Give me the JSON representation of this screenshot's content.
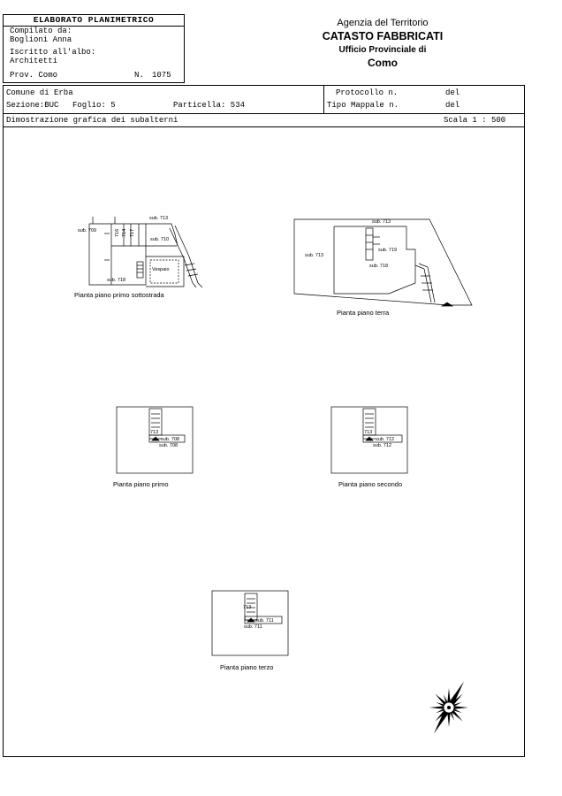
{
  "header": {
    "title": "ELABORATO PLANIMETRICO",
    "compiled_by_label": "Compilato da:",
    "compiled_by": "Boglioni Anna",
    "registered_label": "Iscritto all'albo:",
    "registered": "Architetti",
    "province": "Prov. Como",
    "number_label": "N.",
    "number": "1075"
  },
  "agency": {
    "line1": "Agenzia del Territorio",
    "line2": "CATASTO FABBRICATI",
    "line3": "Ufficio Provinciale di",
    "line4": "Como"
  },
  "info": {
    "comune": "Comune di Erba",
    "sezione": "Sezione:BUC",
    "foglio": "Foglio: 5",
    "particella": "Particella: 534",
    "protocollo": "Protocollo n.",
    "del1": "del",
    "tipo_mappale": "Tipo Mappale n.",
    "del2": "del",
    "dimostrazione": "Dimostrazione grafica dei subalterni",
    "scala": "Scala 1 : 500"
  },
  "plans": {
    "basement": {
      "caption": "Pianta piano primo sottostrada",
      "labels": [
        "sub. 709",
        "sub. 713",
        "sub. 710",
        "sub. 718",
        "Vespaio",
        "716",
        "714",
        "717"
      ]
    },
    "ground": {
      "caption": "Pianta piano terra",
      "labels": [
        "sub. 713",
        "sub. 713",
        "sub. 719",
        "sub. 718"
      ]
    },
    "first": {
      "caption": "Pianta piano primo",
      "labels": [
        "713",
        "sub. 708",
        "sub. 708"
      ]
    },
    "second": {
      "caption": "Pianta piano secondo",
      "labels": [
        "713",
        "sub. 712",
        "sub. 712"
      ]
    },
    "third": {
      "caption": "Pianta piano terzo",
      "labels": [
        "713",
        "sub. 711",
        "sub. 711"
      ]
    }
  }
}
